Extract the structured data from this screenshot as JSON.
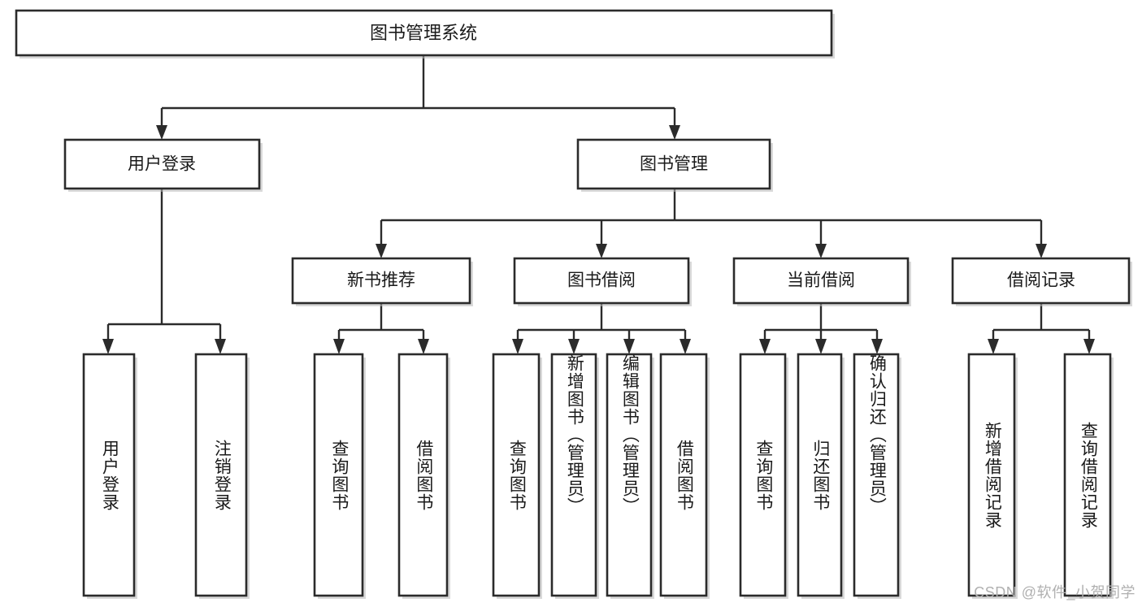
{
  "diagram": {
    "title": "图书管理系统",
    "watermark": "CSDN @软件_小贺同学",
    "type": "hierarchy-tree",
    "colors": {
      "box_fill": "#ffffff",
      "box_stroke": "#2b2b2b",
      "text": "#1a1a1a",
      "watermark": "#b0b0b0",
      "background": "#ffffff"
    },
    "levels": {
      "root": "图书管理系统",
      "level2": [
        "用户登录",
        "图书管理"
      ],
      "level3": [
        "新书推荐",
        "图书借阅",
        "当前借阅",
        "借阅记录"
      ],
      "level4_count": 13
    },
    "nodes": {
      "root": {
        "id": "root",
        "label": "图书管理系统",
        "level": 1,
        "orientation": "horizontal"
      },
      "n_user_login": {
        "id": "n_user_login",
        "label": "用户登录",
        "level": 2,
        "orientation": "horizontal",
        "parent": "root"
      },
      "n_book_mgmt": {
        "id": "n_book_mgmt",
        "label": "图书管理",
        "level": 2,
        "orientation": "horizontal",
        "parent": "root"
      },
      "n_new_book_rec": {
        "id": "n_new_book_rec",
        "label": "新书推荐",
        "level": 3,
        "orientation": "horizontal",
        "parent": "n_book_mgmt"
      },
      "n_book_borrow": {
        "id": "n_book_borrow",
        "label": "图书借阅",
        "level": 3,
        "orientation": "horizontal",
        "parent": "n_book_mgmt"
      },
      "n_current_borrow": {
        "id": "n_current_borrow",
        "label": "当前借阅",
        "level": 3,
        "orientation": "horizontal",
        "parent": "n_book_mgmt"
      },
      "n_borrow_record": {
        "id": "n_borrow_record",
        "label": "借阅记录",
        "level": 3,
        "orientation": "horizontal",
        "parent": "n_book_mgmt"
      },
      "l_user_login": {
        "id": "l_user_login",
        "label": "用户登录",
        "level": 4,
        "orientation": "vertical",
        "parent": "n_user_login"
      },
      "l_logout": {
        "id": "l_logout",
        "label": "注销登录",
        "level": 4,
        "orientation": "vertical",
        "parent": "n_user_login"
      },
      "l_query_book_a": {
        "id": "l_query_book_a",
        "label": "查询图书",
        "level": 4,
        "orientation": "vertical",
        "parent": "n_new_book_rec"
      },
      "l_borrow_book_a": {
        "id": "l_borrow_book_a",
        "label": "借阅图书",
        "level": 4,
        "orientation": "vertical",
        "parent": "n_new_book_rec"
      },
      "l_query_book_b": {
        "id": "l_query_book_b",
        "label": "查询图书",
        "level": 4,
        "orientation": "vertical",
        "parent": "n_book_borrow"
      },
      "l_add_book": {
        "id": "l_add_book",
        "label": "新增图书（管理员）",
        "level": 4,
        "orientation": "vertical",
        "parent": "n_book_borrow"
      },
      "l_edit_book": {
        "id": "l_edit_book",
        "label": "编辑图书（管理员）",
        "level": 4,
        "orientation": "vertical",
        "parent": "n_book_borrow"
      },
      "l_borrow_book_b": {
        "id": "l_borrow_book_b",
        "label": "借阅图书",
        "level": 4,
        "orientation": "vertical",
        "parent": "n_book_borrow"
      },
      "l_query_book_c": {
        "id": "l_query_book_c",
        "label": "查询图书",
        "level": 4,
        "orientation": "vertical",
        "parent": "n_current_borrow"
      },
      "l_return_book": {
        "id": "l_return_book",
        "label": "归还图书",
        "level": 4,
        "orientation": "vertical",
        "parent": "n_current_borrow"
      },
      "l_confirm_return": {
        "id": "l_confirm_return",
        "label": "确认归还（管理员）",
        "level": 4,
        "orientation": "vertical",
        "parent": "n_current_borrow"
      },
      "l_add_record": {
        "id": "l_add_record",
        "label": "新增借阅记录",
        "level": 4,
        "orientation": "vertical",
        "parent": "n_borrow_record"
      },
      "l_query_record": {
        "id": "l_query_record",
        "label": "查询借阅记录",
        "level": 4,
        "orientation": "vertical",
        "parent": "n_borrow_record"
      }
    },
    "edges": [
      {
        "from": "root",
        "to": "n_user_login"
      },
      {
        "from": "root",
        "to": "n_book_mgmt"
      },
      {
        "from": "n_book_mgmt",
        "to": "n_new_book_rec"
      },
      {
        "from": "n_book_mgmt",
        "to": "n_book_borrow"
      },
      {
        "from": "n_book_mgmt",
        "to": "n_current_borrow"
      },
      {
        "from": "n_book_mgmt",
        "to": "n_borrow_record"
      },
      {
        "from": "n_user_login",
        "to": "l_user_login"
      },
      {
        "from": "n_user_login",
        "to": "l_logout"
      },
      {
        "from": "n_new_book_rec",
        "to": "l_query_book_a"
      },
      {
        "from": "n_new_book_rec",
        "to": "l_borrow_book_a"
      },
      {
        "from": "n_book_borrow",
        "to": "l_query_book_b"
      },
      {
        "from": "n_book_borrow",
        "to": "l_add_book"
      },
      {
        "from": "n_book_borrow",
        "to": "l_edit_book"
      },
      {
        "from": "n_book_borrow",
        "to": "l_borrow_book_b"
      },
      {
        "from": "n_current_borrow",
        "to": "l_query_book_c"
      },
      {
        "from": "n_current_borrow",
        "to": "l_return_book"
      },
      {
        "from": "n_current_borrow",
        "to": "l_confirm_return"
      },
      {
        "from": "n_borrow_record",
        "to": "l_add_record"
      },
      {
        "from": "n_borrow_record",
        "to": "l_query_record"
      }
    ]
  }
}
